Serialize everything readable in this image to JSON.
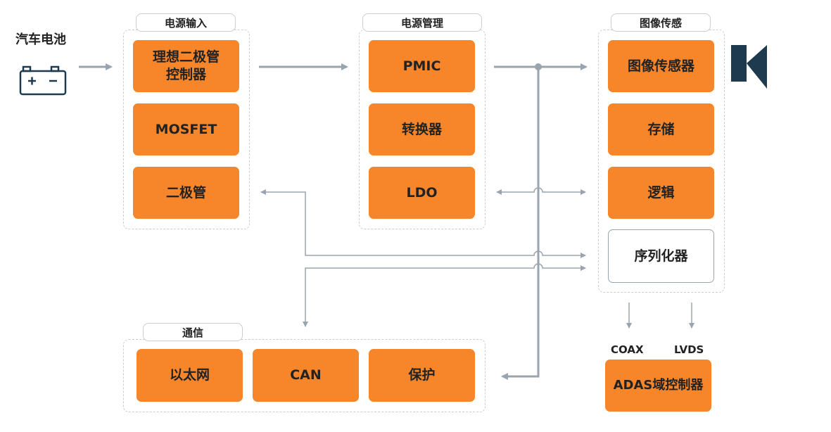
{
  "battery": {
    "label": "汽车电池",
    "icon": "battery-icon"
  },
  "power_input": {
    "title": "电源输入",
    "items": [
      "理想二极管\n控制器",
      "MOSFET",
      "二极管"
    ]
  },
  "power_management": {
    "title": "电源管理",
    "items": [
      "PMIC",
      "转换器",
      "LDO"
    ]
  },
  "image_sensing": {
    "title": "图像传感",
    "items": [
      "图像传感器",
      "存储",
      "逻辑",
      "序列化器"
    ]
  },
  "communication": {
    "title": "通信",
    "items": [
      "以太网",
      "CAN",
      "保护"
    ]
  },
  "output": {
    "coax": "COAX",
    "lvds": "LVDS",
    "adas": "ADAS域控制器"
  },
  "colors": {
    "block": "#f7862a",
    "line": "#9aa4ae",
    "icon": "#1e3a4f"
  },
  "camera_icon": "camera-icon"
}
